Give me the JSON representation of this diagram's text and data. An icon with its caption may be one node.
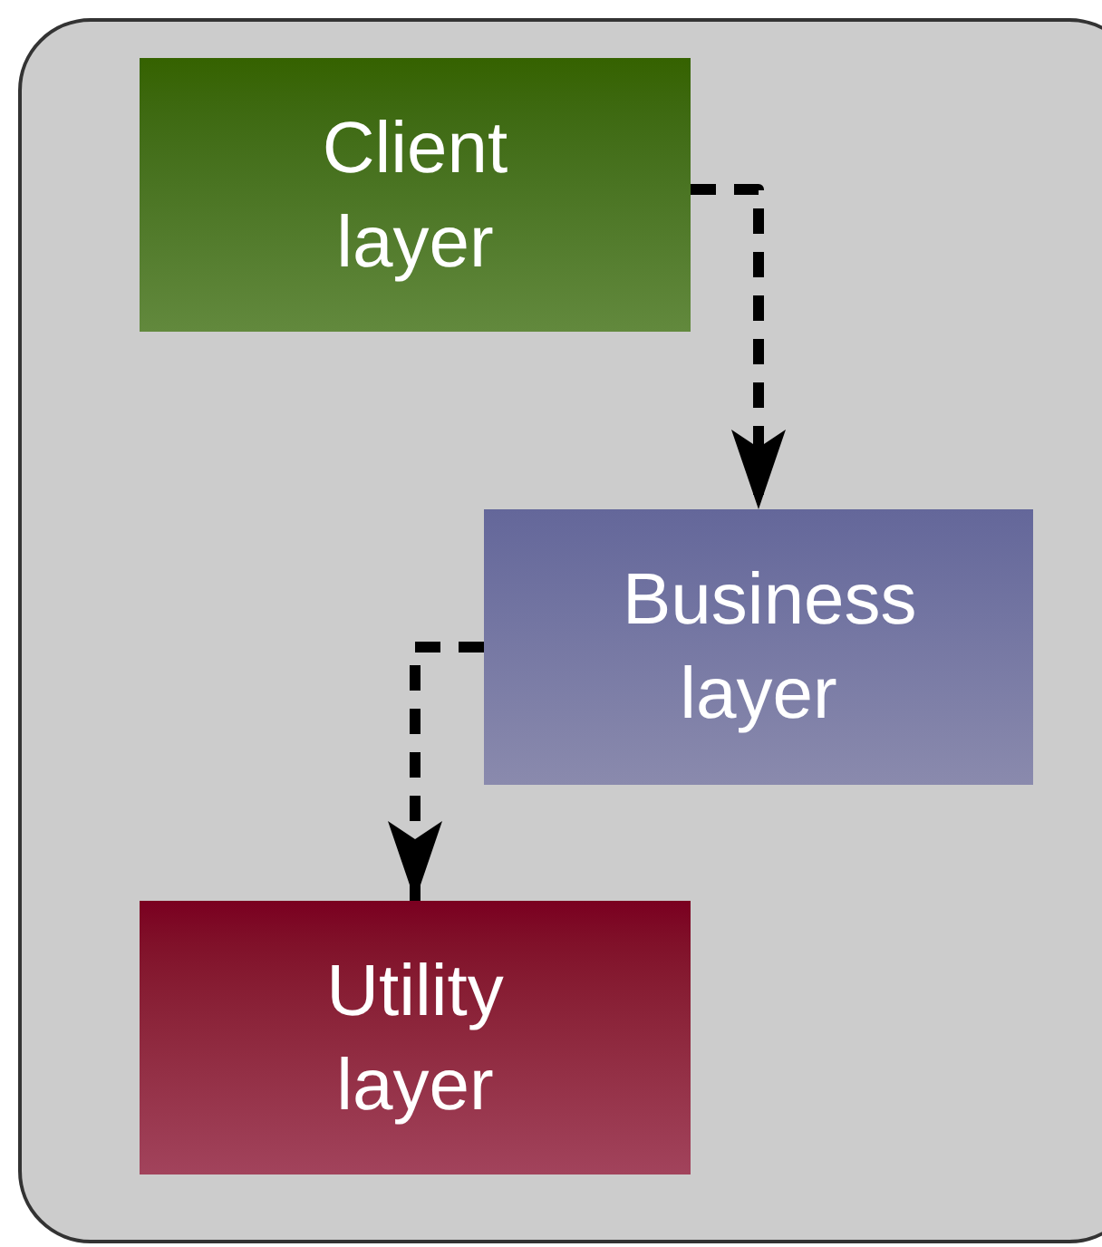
{
  "diagram": {
    "nodes": [
      {
        "text": [
          "Client layer"
        ]
      },
      {
        "text": [
          "Business layer"
        ]
      },
      {
        "text": [
          "Utility layer"
        ]
      }
    ],
    "edges": [
      {
        "from": 0,
        "to": 1,
        "arrow": "to",
        "style": "dashed"
      },
      {
        "from": 1,
        "to": 2,
        "arrow": "to",
        "style": "dashed"
      }
    ]
  }
}
